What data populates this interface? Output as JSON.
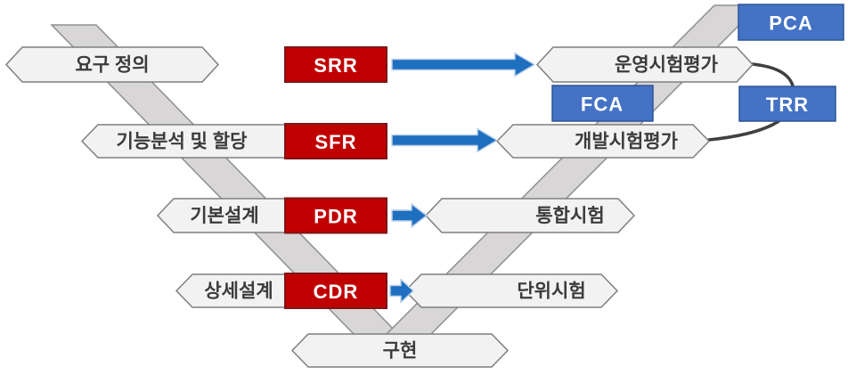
{
  "colors": {
    "red": "#C00000",
    "blue": "#4472C4",
    "arrow_blue": "#1F6FC0",
    "band_gray": "#D8D6D6",
    "banner_fill": "#F2F2F2",
    "text_dark": "#3B3B3B"
  },
  "phases_left": [
    {
      "label": "요구 정의",
      "review": "SRR"
    },
    {
      "label": "기능분석 및 할당",
      "review": "SFR"
    },
    {
      "label": "기본설계",
      "review": "PDR"
    },
    {
      "label": "상세설계",
      "review": "CDR"
    }
  ],
  "phases_right": [
    {
      "label": "운영시험평가"
    },
    {
      "label": "개발시험평가"
    },
    {
      "label": "통합시험"
    },
    {
      "label": "단위시험"
    }
  ],
  "phase_bottom": {
    "label": "구현"
  },
  "audits": [
    {
      "label": "PCA"
    },
    {
      "label": "FCA"
    },
    {
      "label": "TRR"
    }
  ]
}
